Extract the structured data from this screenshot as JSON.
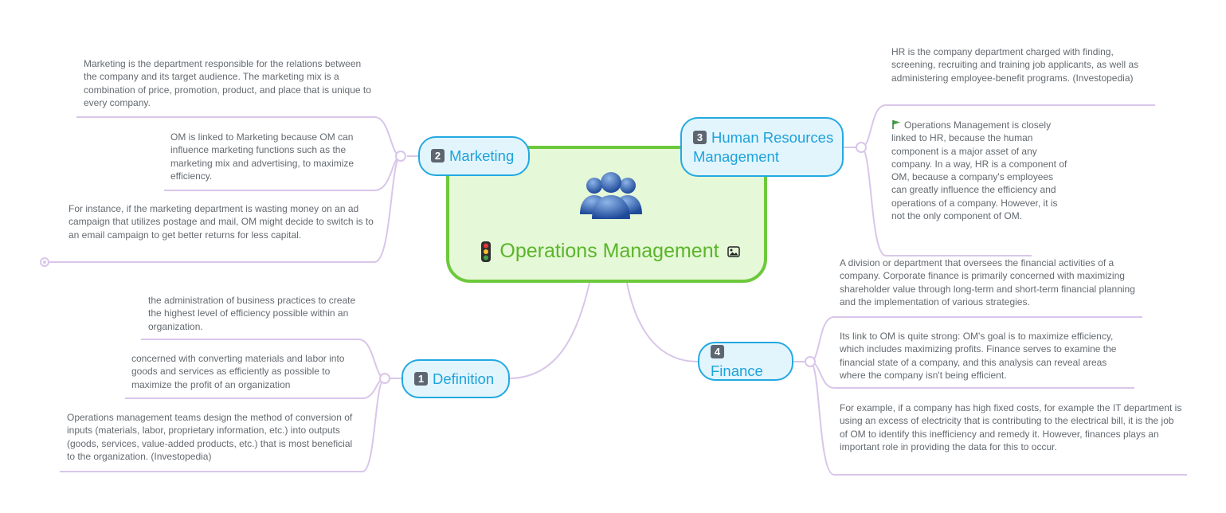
{
  "central": {
    "title": "Operations Management",
    "icons": [
      "people-icon",
      "traffic-light-icon",
      "image-icon"
    ]
  },
  "branches": {
    "definition": {
      "number": "1",
      "label": "Definition",
      "notes": [
        "the administration of business practices to create the highest level of efficiency possible within an organization.",
        "concerned with converting materials and labor into goods and services as efficiently as possible to maximize the profit of an organization",
        "Operations management teams design the method of conversion of inputs (materials, labor, proprietary information, etc.) into outputs (goods, services, value-added products, etc.) that is most beneficial to the organization. (Investopedia)"
      ]
    },
    "marketing": {
      "number": "2",
      "label": "Marketing",
      "notes": [
        "Marketing is the department responsible for the relations between the company and its target audience.  The marketing mix is a combination of price, promotion,  product, and place that is unique to every company.",
        "OM is linked to Marketing because OM can influence marketing functions such as the marketing mix and advertising, to maximize efficiency.",
        "For instance, if the marketing department is wasting money on an ad campaign that utilizes postage and mail, OM might decide to switch is to an email campaign to get better returns for less capital."
      ]
    },
    "hr": {
      "number": "3",
      "label": "Human Resources Management",
      "notes": [
        "HR is the company department charged with finding, screening, recruiting and training job applicants, as well as administering employee-benefit programs. (Investopedia)",
        "Operations Management is closely linked to HR, because the human component is a major asset of any company. In a way, HR is a component of OM, because a company's employees can greatly influence the efficiency and operations of a company. However, it is not the only component of OM."
      ]
    },
    "finance": {
      "number": "4",
      "label": "Finance",
      "notes": [
        "A division or department that oversees the financial activities of a company. Corporate finance is primarily concerned with maximizing shareholder value through long-term and short-term financial planning and the implementation of various strategies.",
        "Its link to OM is quite strong: OM's goal is to maximize efficiency, which includes maximizing profits. Finance serves to examine the financial state of a company, and this analysis can reveal areas where the company isn't being efficient.",
        "For example, if a company has high fixed costs, for example the IT department is using an excess of electricity that is contributing to the electrical bill, it is the job of OM to identify this inefficiency and remedy it. However, finances plays an important role in providing the data for this to occur."
      ]
    }
  },
  "colors": {
    "central_border": "#6dc93c",
    "central_fill": "#e5f8d7",
    "central_text": "#5ab52a",
    "branch_border": "#23a9e1",
    "branch_fill": "#e2f5fc",
    "branch_text": "#1fa2dc",
    "connector": "#d9c6ea",
    "note_text": "#646a70"
  }
}
